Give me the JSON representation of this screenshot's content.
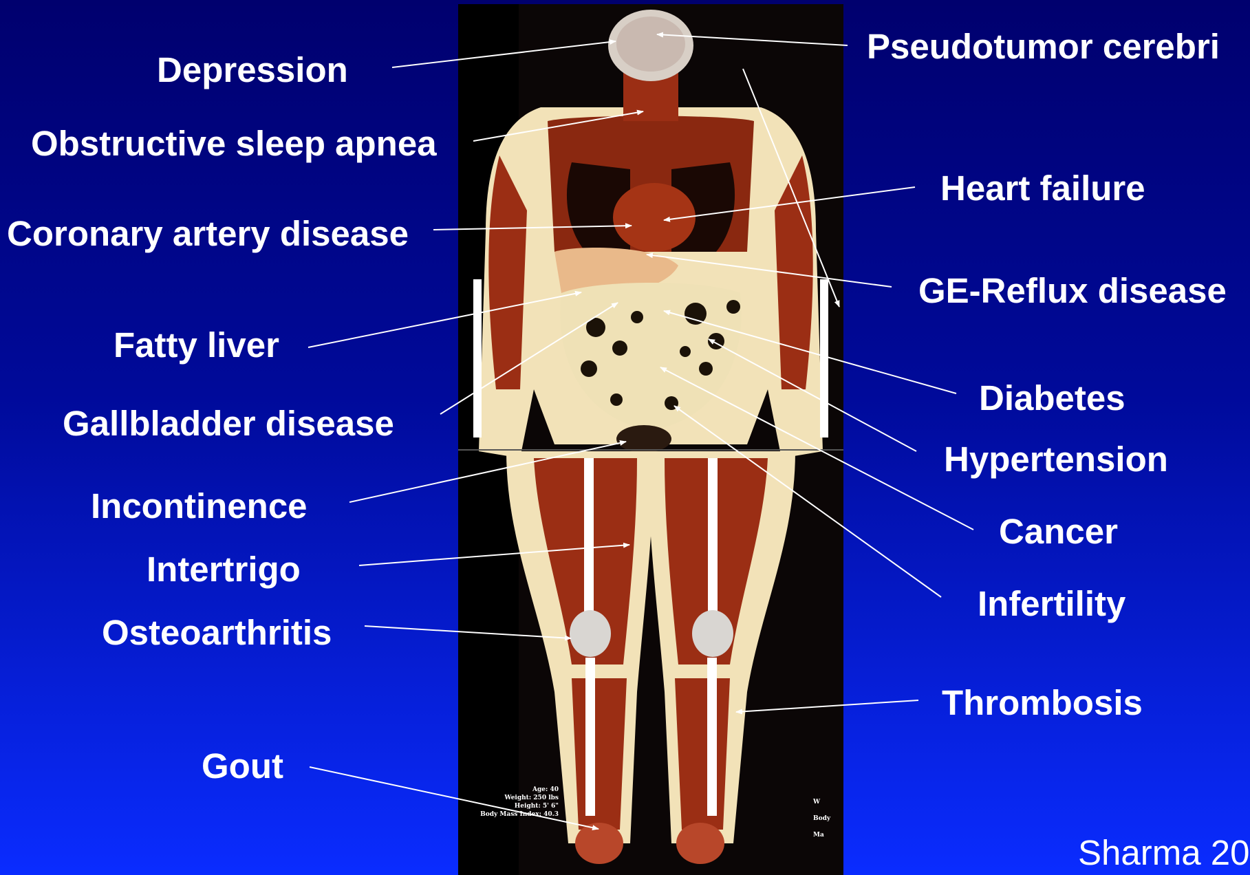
{
  "colors": {
    "background_top": "#00006e",
    "background_bottom": "#0a2cff",
    "label_text": "#ffffff",
    "muscle": "#9b2e14",
    "fat": "#f2e2b8",
    "bone": "#ffffff"
  },
  "labels_left": {
    "depression": "Depression",
    "sleep_apnea": "Obstructive sleep apnea",
    "coronary": "Coronary artery disease",
    "fatty_liver": "Fatty liver",
    "gallbladder": "Gallbladder disease",
    "incontinence": "Incontinence",
    "intertrigo": "Intertrigo",
    "osteoarthritis": "Osteoarthritis",
    "gout": "Gout"
  },
  "labels_right": {
    "pseudotumor": "Pseudotumor cerebri",
    "heart_failure": "Heart failure",
    "ge_reflux": "GE-Reflux disease",
    "diabetes": "Diabetes",
    "hypertension": "Hypertension",
    "cancer": "Cancer",
    "infertility": "Infertility",
    "thrombosis": "Thrombosis"
  },
  "credit": "Sharma 20",
  "scan_caption": {
    "age": "Age: 40",
    "weight": "Weight: 250 lbs",
    "height": "Height: 5' 6\"",
    "bmi": "Body Mass Index: 40.3",
    "weight_cut": "W",
    "bmi_cut": "Body Ma"
  }
}
